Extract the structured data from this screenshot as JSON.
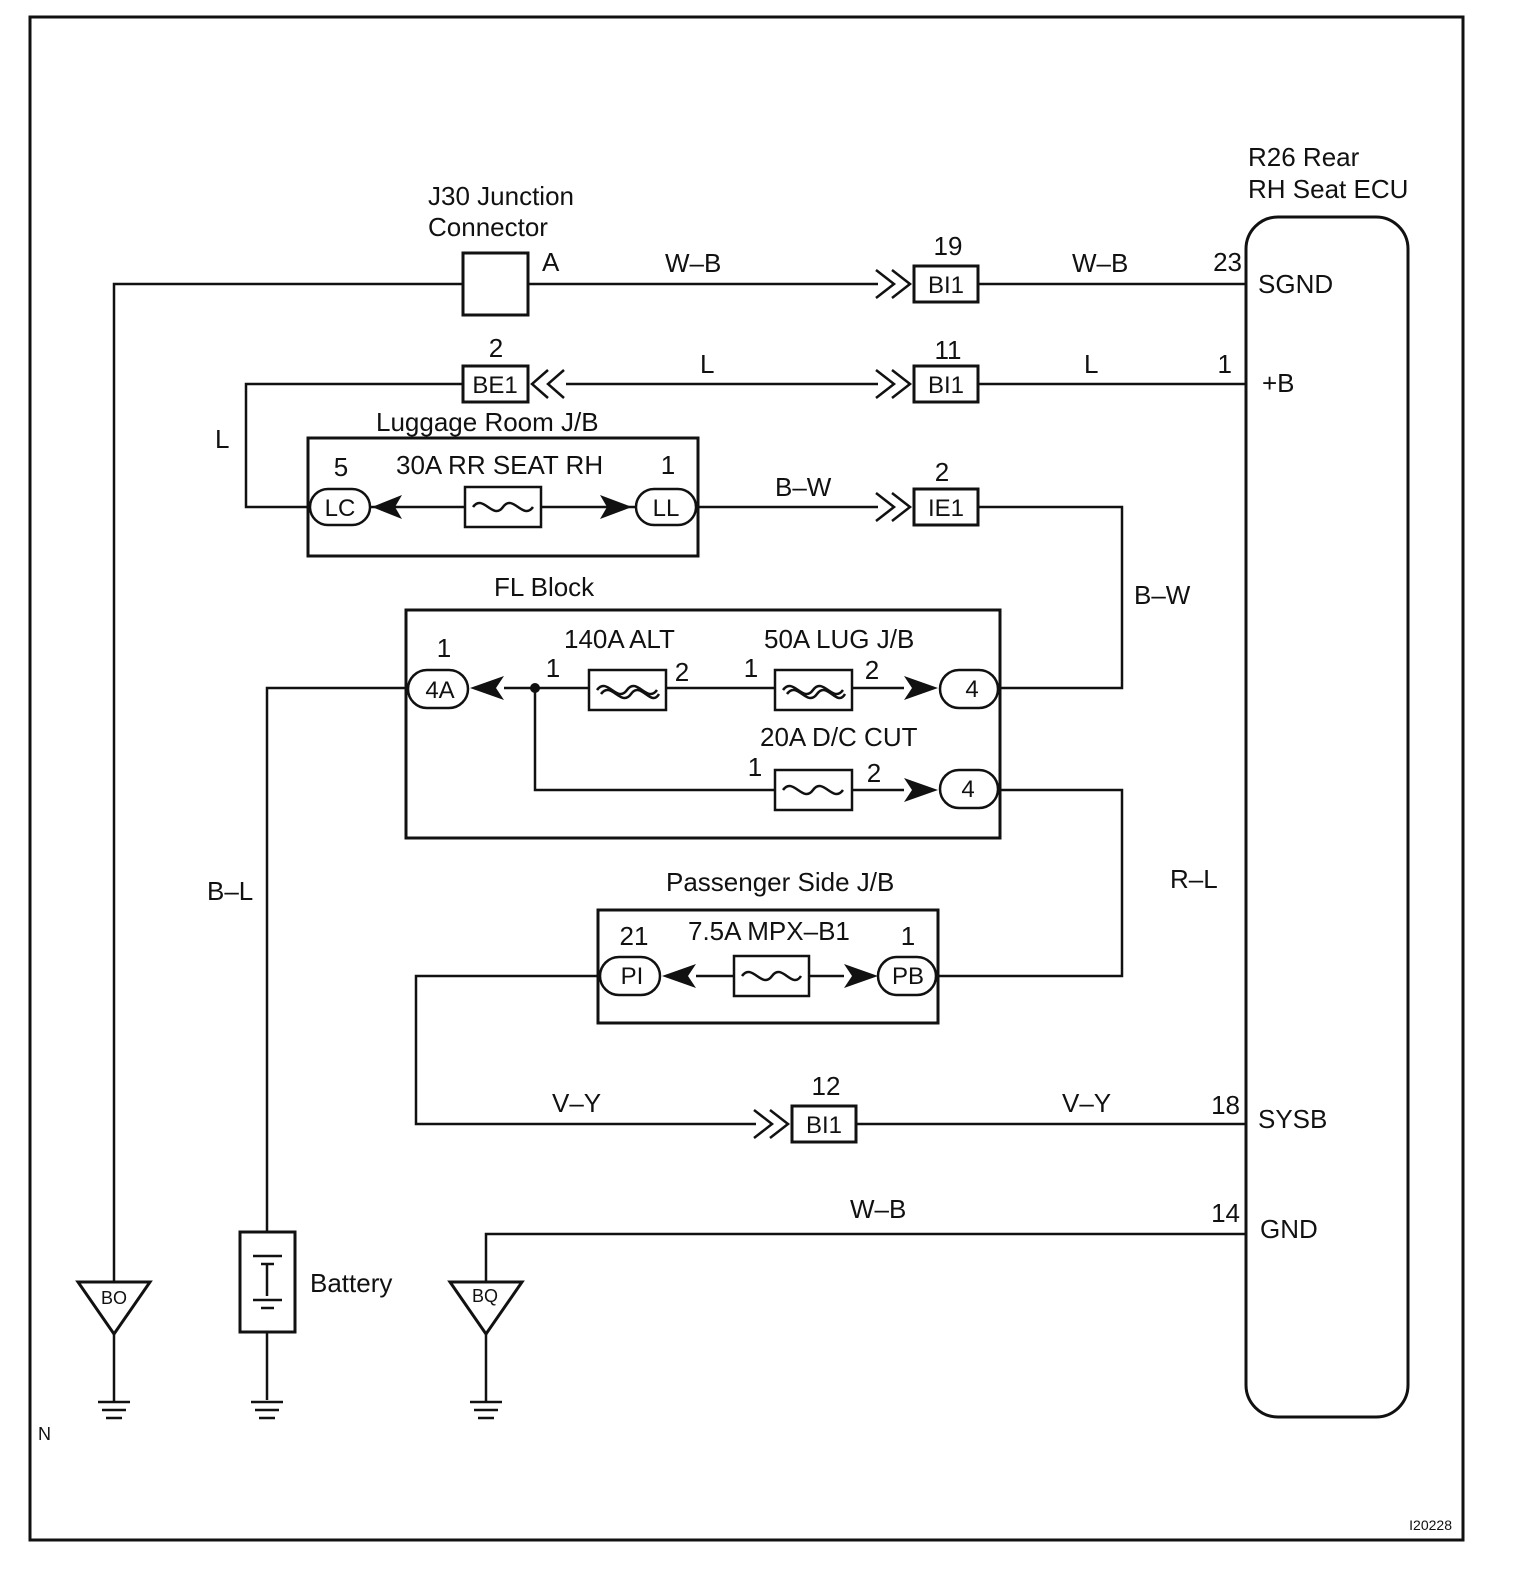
{
  "ecu": {
    "name_line1": "R26 Rear",
    "name_line2": "RH Seat ECU",
    "pins": [
      {
        "num": "23",
        "name": "SGND"
      },
      {
        "num": "1",
        "name": "+B"
      },
      {
        "num": "18",
        "name": "SYSB"
      },
      {
        "num": "14",
        "name": "GND"
      }
    ]
  },
  "junction": {
    "title_line1": "J30 Junction",
    "title_line2": "Connector",
    "pin": "A"
  },
  "wires": {
    "sgnd_left": "W–B",
    "sgnd_right": "W–B",
    "b_left": "L",
    "b_right": "L",
    "b_down": "L",
    "ll_out": "B–W",
    "fl_feed": "B–W",
    "dc_out": "R–L",
    "battery": "B–L",
    "sysb_left": "V–Y",
    "sysb_right": "V–Y",
    "gnd": "W–B"
  },
  "connectors": {
    "bi1_19": {
      "num": "19",
      "name": "BI1"
    },
    "bi1_11": {
      "num": "11",
      "name": "BI1"
    },
    "be1_2": {
      "num": "2",
      "name": "BE1"
    },
    "ie1_2": {
      "num": "2",
      "name": "IE1"
    },
    "bi1_12": {
      "num": "12",
      "name": "BI1"
    }
  },
  "luggage_jb": {
    "title": "Luggage Room J/B",
    "fuse": "30A RR SEAT RH",
    "left_pin_num": "5",
    "left_pin": "LC",
    "right_pin_num": "1",
    "right_pin": "LL"
  },
  "fl_block": {
    "title": "FL Block",
    "left_pin_num": "1",
    "left_pin": "4A",
    "alt_fuse": "140A ALT",
    "lug_fuse": "50A LUG J/B",
    "dc_fuse": "20A D/C CUT",
    "out_pin_top": "4",
    "out_pin_bottom": "4",
    "term1": "1",
    "term2": "2"
  },
  "passenger_jb": {
    "title": "Passenger Side J/B",
    "fuse": "7.5A MPX–B1",
    "left_pin_num": "21",
    "left_pin": "PI",
    "right_pin_num": "1",
    "right_pin": "PB"
  },
  "grounds": {
    "bo": "BO",
    "bq": "BQ"
  },
  "battery_label": "Battery",
  "corner_mark": "N",
  "figure_id": "I20228"
}
